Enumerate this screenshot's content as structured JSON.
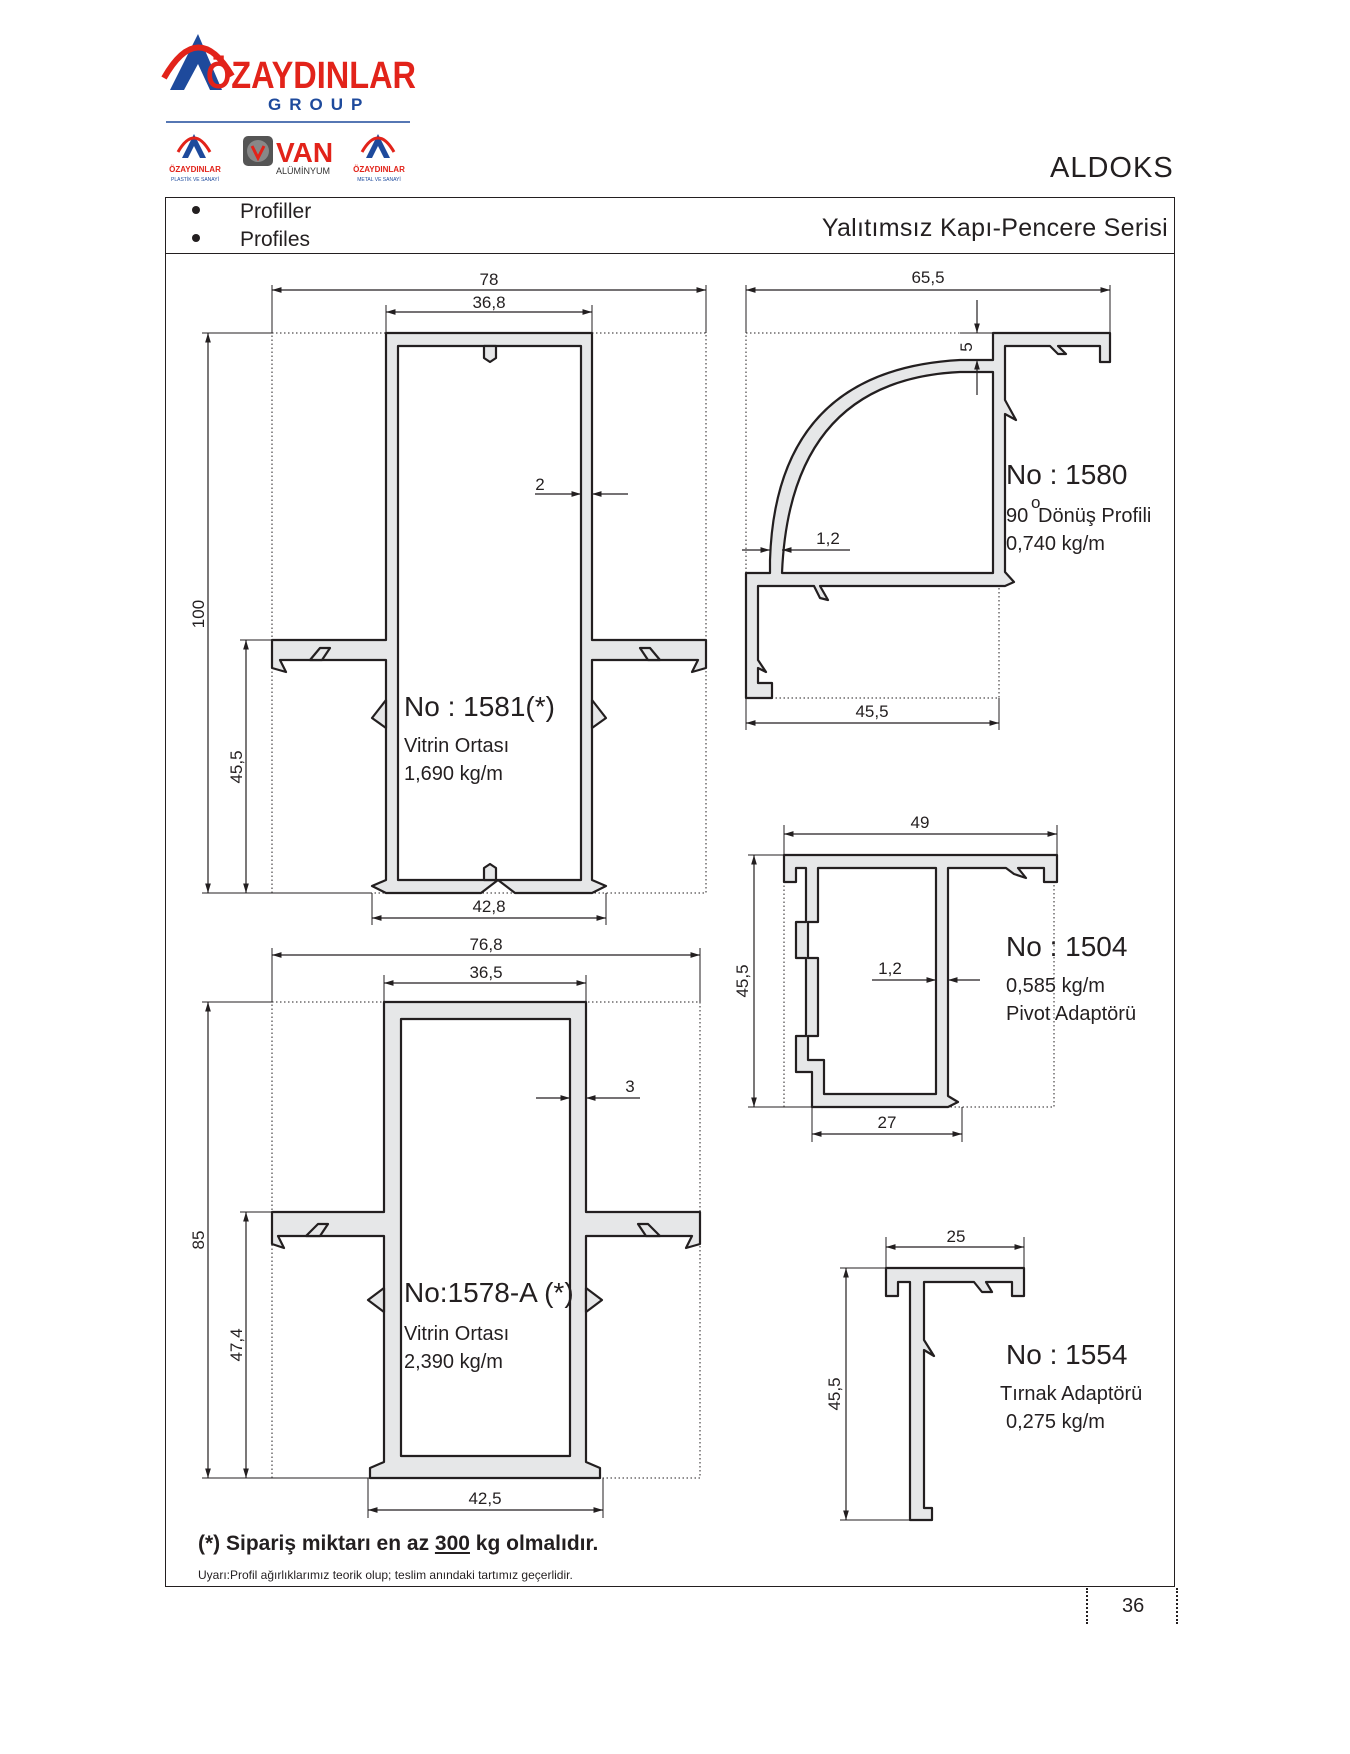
{
  "brand": {
    "main_name": "ÖZAYDINLAR",
    "main_sub": "GROUP",
    "sub_logos": [
      {
        "name": "ÖZAYDINLAR",
        "sub": "PLASTİK VE SANAYİ"
      },
      {
        "name": "VAN",
        "sub": "ALÜMİNYUM"
      },
      {
        "name": "ÖZAYDINLAR",
        "sub": "METAL VE SANAYİ"
      }
    ]
  },
  "series_name": "ALDOKS",
  "header": {
    "bullets": [
      "Profiller",
      "Profiles"
    ],
    "title": "Yalıtımsız Kapı-Pencere Serisi"
  },
  "profiles": {
    "p1581": {
      "number": "No : 1581(*)",
      "desc": "Vitrin Ortası",
      "weight": "1,690 kg/m",
      "dims": {
        "width": "78",
        "inner": "36,8",
        "height": "100",
        "lower": "45,5",
        "wall": "2",
        "bottom": "42,8"
      }
    },
    "p1580": {
      "number": "No : 1580",
      "desc_deg": "90",
      "desc_sup": "o",
      "desc": "Dönüş Profili",
      "weight": "0,740 kg/m",
      "dims": {
        "width": "65,5",
        "top": "5",
        "wall": "1,2",
        "bottom": "45,5"
      }
    },
    "p1504": {
      "number": "No : 1504",
      "weight": "0,585 kg/m",
      "desc": "Pivot Adaptörü",
      "dims": {
        "width": "49",
        "height": "45,5",
        "wall": "1,2",
        "bottom": "27"
      }
    },
    "p1578A": {
      "number": "No:1578-A (*)",
      "desc": "Vitrin Ortası",
      "weight": "2,390 kg/m",
      "dims": {
        "width": "76,8",
        "inner": "36,5",
        "height": "85",
        "lower": "47,4",
        "wall": "3",
        "bottom": "42,5"
      }
    },
    "p1554": {
      "number": "No : 1554",
      "desc": "Tırnak Adaptörü",
      "weight": "0,275 kg/m",
      "dims": {
        "width": "25",
        "height": "45,5"
      }
    }
  },
  "notes": {
    "order_prefix": "(*) Sipariş miktarı en az ",
    "order_qty": "300",
    "order_suffix": " kg olmalıdır.",
    "warning": "Uyarı:Profil ağırlıklarımız  teorik olup; teslim anındaki tartımız geçerlidir."
  },
  "page_number": "36",
  "colors": {
    "brand_red": "#e2231a",
    "brand_blue": "#1e4a9c",
    "profile_fill": "#e6e7e8",
    "line": "#231f20"
  }
}
